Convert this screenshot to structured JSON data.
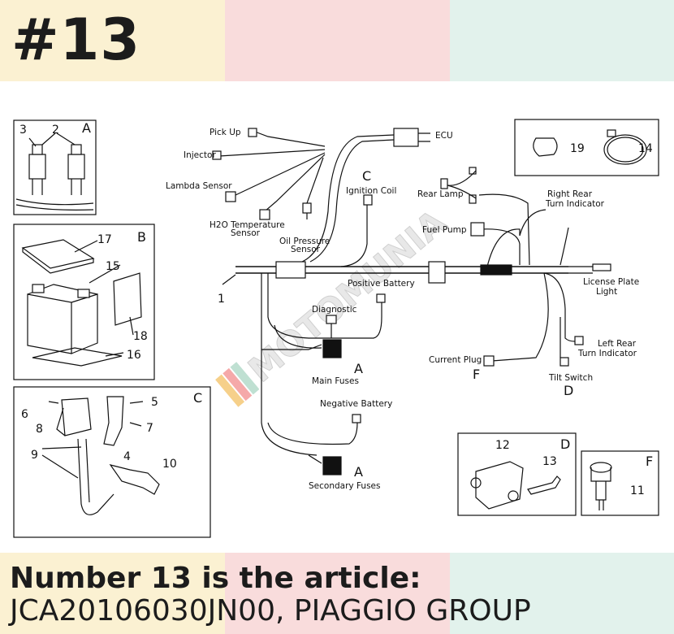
{
  "header": {
    "title": "#13"
  },
  "footer": {
    "line1": "Number 13 is the article:",
    "line2": "JCA20106030JN00, PIAGGIO GROUP"
  },
  "watermark": "MOTOMUNIA",
  "colors": {
    "band_yellow": "#fbf1d2",
    "band_pink": "#f9dcdc",
    "band_mint": "#e2f2ec",
    "ink": "#1c1c1c"
  },
  "diagram": {
    "labels": {
      "pick_up": "Pick Up",
      "injector": "Injector",
      "lambda_sensor": "Lambda Sensor",
      "h2o_sensor_1": "H2O Temperature",
      "h2o_sensor_2": "Sensor",
      "oil_sensor_1": "Oil Pressure",
      "oil_sensor_2": "Sensor",
      "ecu": "ECU",
      "ignition_coil": "Ignition Coil",
      "rear_lamp": "Rear Lamp",
      "fuel_pump": "Fuel Pump",
      "right_rear_1": "Right Rear",
      "right_rear_2": "Turn Indicator",
      "license_1": "License Plate",
      "license_2": "Light",
      "positive_battery": "Positive Battery",
      "diagnostic": "Diagnostic",
      "main_fuses": "Main Fuses",
      "current_plug": "Current Plug",
      "left_rear_1": "Left Rear",
      "left_rear_2": "Turn Indicator",
      "tilt_switch": "Tilt Switch",
      "negative_battery": "Negative Battery",
      "secondary_fuses": "Secondary Fuses"
    },
    "letters": {
      "a": "A",
      "b": "B",
      "c": "C",
      "d": "D",
      "f": "F"
    },
    "numbers": {
      "n1": "1",
      "n2": "2",
      "n3": "3",
      "n4": "4",
      "n5": "5",
      "n6": "6",
      "n7": "7",
      "n8": "8",
      "n9": "9",
      "n10": "10",
      "n11": "11",
      "n12": "12",
      "n13": "13",
      "n14": "14",
      "n15": "15",
      "n16": "16",
      "n17": "17",
      "n18": "18",
      "n19": "19"
    }
  }
}
